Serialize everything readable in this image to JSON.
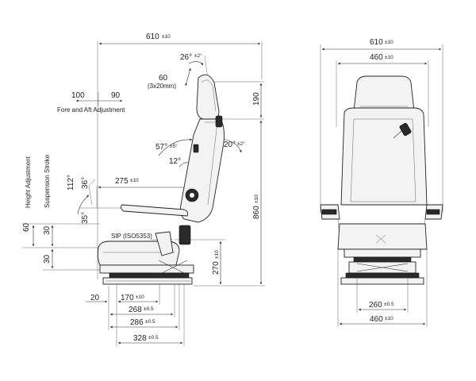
{
  "side_view": {
    "width_top": {
      "value": "610",
      "tol": "±10"
    },
    "back_angle": {
      "value": "26°",
      "tol": "±2°"
    },
    "headrest_adjust": {
      "value": "60",
      "note": "(3x20mm)"
    },
    "headrest_height": {
      "value": "190"
    },
    "fore_aft": {
      "a": "100",
      "b": "90",
      "label": "Fore and Aft Adjustment"
    },
    "recline_front": {
      "value": "57°",
      "tol": "±5°"
    },
    "recline_rear": {
      "value": "20°",
      "tol": "±2°"
    },
    "back_tilt": {
      "value": "12°"
    },
    "height_adjustment_label": "Height Adjustment",
    "suspension_stroke_label": "Suspension Stroke",
    "armrest_angle_top": "112°",
    "armrest_angle_mid": "36°",
    "armrest_angle_low": "35°",
    "armrest_length": {
      "value": "275",
      "tol": "±10"
    },
    "overall_height": {
      "value": "860",
      "tol": "±10"
    },
    "height_adj_value": "60",
    "stroke_top": "30",
    "stroke_bottom": "30",
    "sip_label": "SIP (ISO5353)",
    "sip_height": {
      "value": "270",
      "tol": "±10"
    },
    "sip_offset": {
      "value": "20"
    },
    "base_170": {
      "value": "170",
      "tol": "±10"
    },
    "base_268": {
      "value": "268",
      "tol": "±0.5"
    },
    "base_286": {
      "value": "286",
      "tol": "±0.5"
    },
    "base_328": {
      "value": "328",
      "tol": "±0.5"
    }
  },
  "front_view": {
    "overall_width": {
      "value": "610",
      "tol": "±10"
    },
    "back_width": {
      "value": "460",
      "tol": "±10"
    },
    "rail_width": {
      "value": "260",
      "tol": "±0.5"
    },
    "base_width": {
      "value": "460",
      "tol": "±10"
    }
  }
}
